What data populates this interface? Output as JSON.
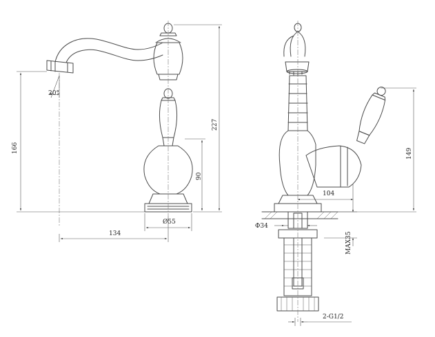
{
  "dimensions": {
    "angle": "20°",
    "height_left": "166",
    "reach": "134",
    "base_diameter": "Ø55",
    "body_height": "90",
    "total_height": "227",
    "hole_diameter": "Φ34",
    "handle_height": "149",
    "handle_offset": "104",
    "deck_thickness": "MAX35",
    "thread": "2-G1/2"
  }
}
